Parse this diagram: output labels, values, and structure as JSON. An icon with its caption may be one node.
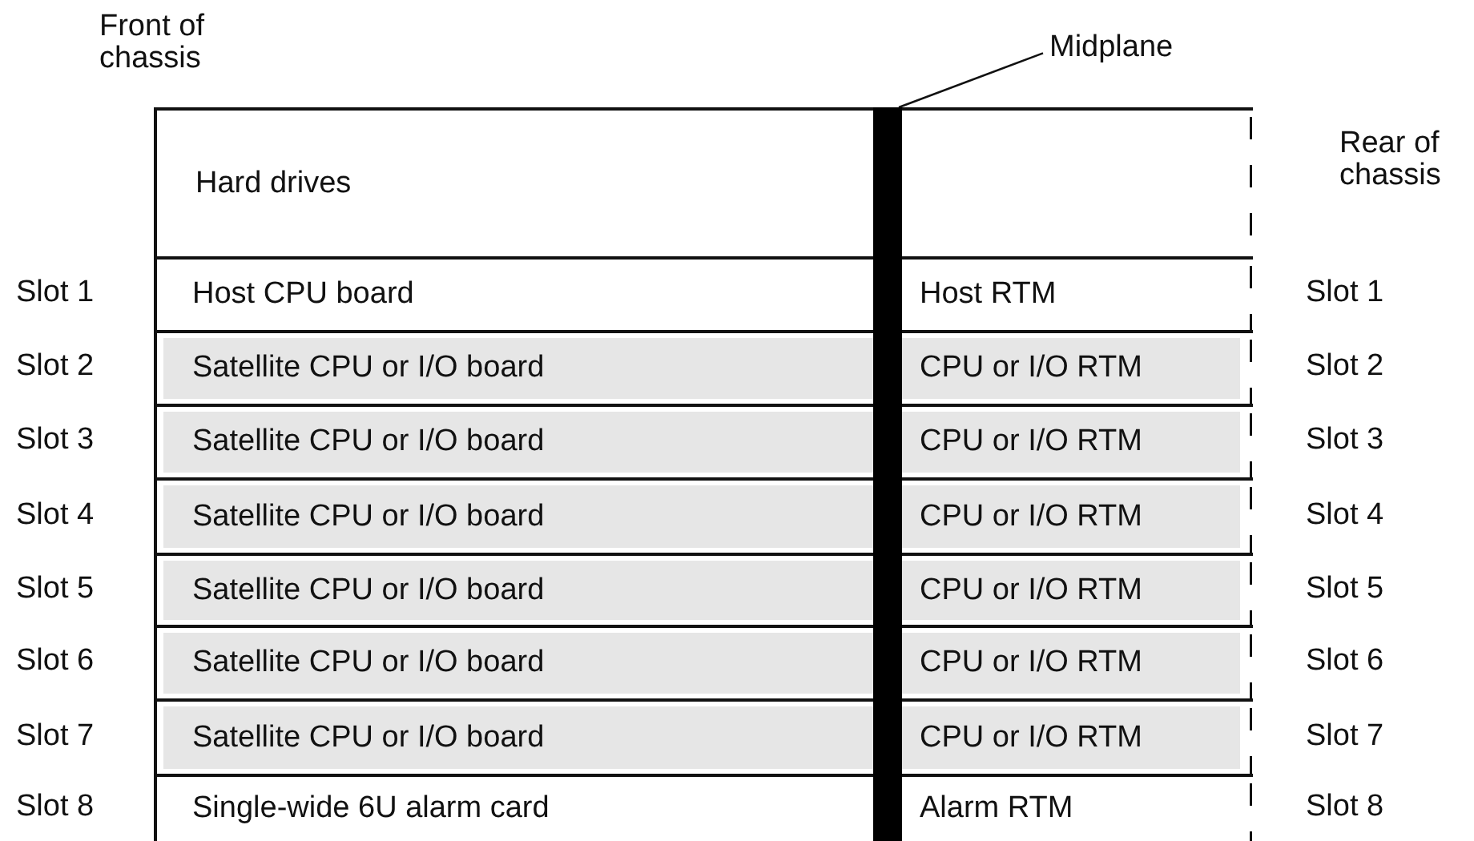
{
  "diagram": {
    "nodes": [
      {
        "text": [
          "Hard drives"
        ]
      },
      {
        "text": [
          "Host CPU board"
        ]
      },
      {
        "text": [
          "Satellite CPU or I/O board"
        ]
      },
      {
        "text": [
          "Satellite CPU or I/O board"
        ]
      },
      {
        "text": [
          "Satellite CPU or I/O board"
        ]
      },
      {
        "text": [
          "Satellite CPU or I/O board"
        ]
      },
      {
        "text": [
          "Satellite CPU or I/O board"
        ]
      },
      {
        "text": [
          "Satellite CPU or I/O board"
        ]
      },
      {
        "text": [
          "Single-wide 6U alarm card"
        ]
      },
      {
        "text": [
          "Host RTM"
        ]
      },
      {
        "text": [
          "CPU or I/O RTM"
        ]
      },
      {
        "text": [
          "CPU or I/O RTM"
        ]
      },
      {
        "text": [
          "CPU or I/O RTM"
        ]
      },
      {
        "text": [
          "CPU or I/O RTM"
        ]
      },
      {
        "text": [
          "CPU or I/O RTM"
        ]
      },
      {
        "text": [
          "CPU or I/O RTM"
        ]
      },
      {
        "text": [
          "Alarm RTM"
        ]
      },
      {
        "text": [
          "Midplane"
        ]
      },
      {
        "text": [],
        "shape": "bar"
      }
    ],
    "edges": [
      {
        "from": 17,
        "to": 18,
        "arrow": "none"
      }
    ],
    "labels": [
      "Front of chassis",
      "Rear of chassis",
      "Slot 1",
      "Slot 1",
      "Slot 2",
      "Slot 2",
      "Slot 3",
      "Slot 3",
      "Slot 4",
      "Slot 4",
      "Slot 5",
      "Slot 5",
      "Slot 6",
      "Slot 6",
      "Slot 7",
      "Slot 7",
      "Slot 8",
      "Slot 8"
    ]
  }
}
